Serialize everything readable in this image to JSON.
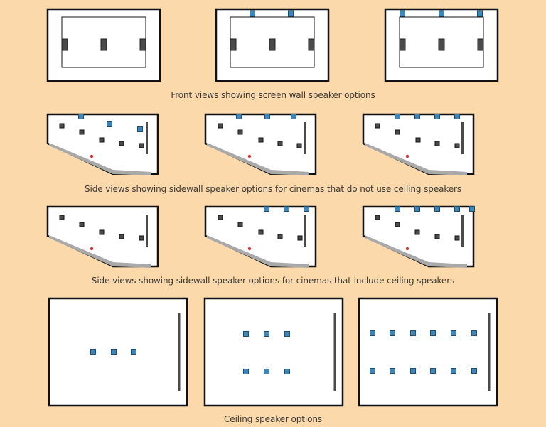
{
  "captions": {
    "front": "Front views showing screen wall speaker options",
    "side_no_ceiling": "Side views showing sidewall speaker options for cinemas that do not use ceiling speakers",
    "side_ceiling": "Side views showing sidewall speaker options for cinemas that include ceiling speakers",
    "ceiling": "Ceiling speaker options"
  },
  "colors": {
    "background": "#fbd9aa",
    "panel": "#ffffff",
    "outline": "#111111",
    "blue_speaker": "#3f86b8",
    "dark_speaker": "#4a4a4a",
    "floor": "#a9a9a9",
    "listener": "#e0302a"
  },
  "icons": {
    "speaker": "square-speaker-icon",
    "screen": "screen-line-icon",
    "listener": "red-dot-icon"
  }
}
